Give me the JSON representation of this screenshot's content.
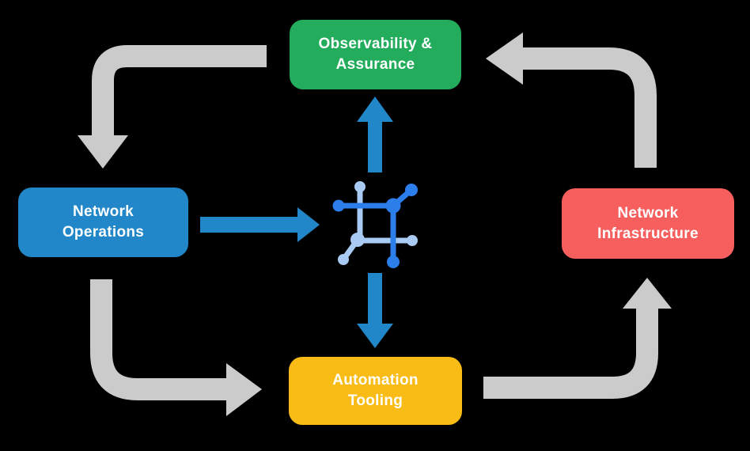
{
  "colors": {
    "background": "#000000",
    "arrow_gray": "#CBCBCB",
    "arrow_blue": "#2187C8",
    "node_green": "#23AC5C",
    "node_blue": "#2187C8",
    "node_red": "#F75F5F",
    "node_yellow": "#F9BC16",
    "icon_dark_blue": "#2C7EEA",
    "icon_light_blue": "#A9CAF3",
    "label_text": "#FFFFFF"
  },
  "nodes": {
    "observability": {
      "lines": [
        "Observability &",
        "Assurance"
      ],
      "color": "#23AC5C"
    },
    "operations": {
      "lines": [
        "Network",
        "Operations"
      ],
      "color": "#2187C8"
    },
    "infrastructure": {
      "lines": [
        "Network",
        "Infrastructure"
      ],
      "color": "#F75F5F"
    },
    "automation": {
      "lines": [
        "Automation",
        "Tooling"
      ],
      "color": "#F9BC16"
    }
  },
  "center_icon": {
    "name": "network-automation-icon"
  },
  "arrows": {
    "gray_cycle": [
      {
        "from": "observability-assurance",
        "to": "network-operations",
        "corner": "top-left"
      },
      {
        "from": "network-operations",
        "to": "automation-tooling",
        "corner": "bottom-left"
      },
      {
        "from": "automation-tooling",
        "to": "network-infrastructure",
        "corner": "bottom-right"
      },
      {
        "from": "network-infrastructure",
        "to": "observability-assurance",
        "corner": "top-right"
      }
    ],
    "blue_straight": [
      {
        "from": "network-operations",
        "to": "center-icon",
        "direction": "right"
      },
      {
        "from": "center-icon",
        "to": "observability-assurance",
        "direction": "up"
      },
      {
        "from": "center-icon",
        "to": "automation-tooling",
        "direction": "down"
      }
    ]
  }
}
